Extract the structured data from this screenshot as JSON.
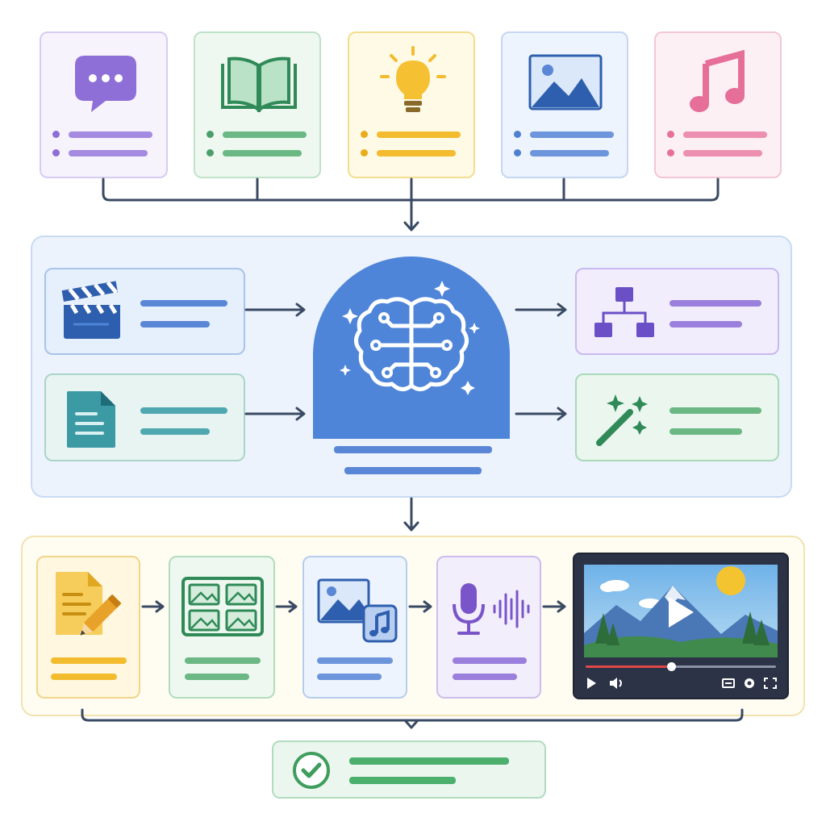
{
  "colors": {
    "purple": "#8e6fd8",
    "green": "#5aaa78",
    "yellow": "#f2bc2e",
    "blue": "#5a86d6",
    "pink": "#e87aa2",
    "connector": "#3a4a63",
    "brain": "#4f85d9",
    "check": "#4caf6d"
  },
  "input_cards": [
    {
      "icon": "chat-bubble-icon",
      "color": "purple"
    },
    {
      "icon": "open-book-icon",
      "color": "green"
    },
    {
      "icon": "lightbulb-icon",
      "color": "yellow"
    },
    {
      "icon": "image-icon",
      "color": "blue"
    },
    {
      "icon": "music-note-icon",
      "color": "pink"
    }
  ],
  "processing": {
    "left_inputs": [
      {
        "icon": "clapperboard-icon",
        "color": "blue"
      },
      {
        "icon": "document-icon",
        "color": "blue"
      }
    ],
    "center": {
      "icon": "brain-circuit-icon",
      "color": "blue"
    },
    "right_outputs": [
      {
        "icon": "hierarchy-icon",
        "color": "purple"
      },
      {
        "icon": "magic-wand-icon",
        "color": "green"
      }
    ]
  },
  "pipeline": [
    {
      "icon": "script-edit-icon",
      "color": "yellow"
    },
    {
      "icon": "storyboard-icon",
      "color": "green"
    },
    {
      "icon": "image-music-icon",
      "color": "blue"
    },
    {
      "icon": "microphone-waveform-icon",
      "color": "purple"
    },
    {
      "icon": "video-player",
      "color": "blue"
    }
  ],
  "player": {
    "controls": [
      "play-icon",
      "volume-icon",
      "captions-icon",
      "settings-icon",
      "fullscreen-icon"
    ],
    "progress": 0.45
  },
  "result": {
    "icon": "check-circle-icon",
    "color": "green"
  }
}
